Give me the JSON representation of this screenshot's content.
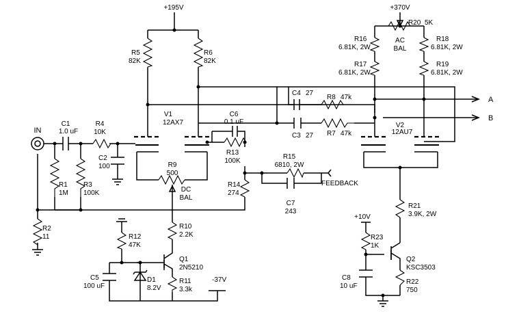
{
  "supplies": {
    "b_plus_195": "+195V",
    "b_plus_370": "+370V",
    "plus_10": "+10V",
    "minus_37": "-37V"
  },
  "ports": {
    "input": "IN",
    "output_a": "A",
    "output_b": "B",
    "feedback": "FEEDBACK"
  },
  "tubes": {
    "v1": {
      "ref": "V1",
      "type": "12AX7"
    },
    "v2": {
      "ref": "V2",
      "type": "12AU7"
    }
  },
  "resistors": {
    "r1": {
      "ref": "R1",
      "value": "1M"
    },
    "r2": {
      "ref": "R2",
      "value": "11"
    },
    "r3": {
      "ref": "R3",
      "value": "100K"
    },
    "r4": {
      "ref": "R4",
      "value": "10K"
    },
    "r5": {
      "ref": "R5",
      "value": "82K"
    },
    "r6": {
      "ref": "R6",
      "value": "82K"
    },
    "r9": {
      "ref": "R9",
      "value": "500"
    },
    "r10": {
      "ref": "R10",
      "value": "2.2K"
    },
    "r11": {
      "ref": "R11",
      "value": "3.3k"
    },
    "r12": {
      "ref": "R12",
      "value": "47K"
    },
    "r13": {
      "ref": "R13",
      "value": "100K"
    },
    "r14": {
      "ref": "R14",
      "value": "274"
    },
    "r15": {
      "ref": "R15",
      "value": "6810, 2W"
    },
    "r7": {
      "ref": "R7",
      "value": "47k"
    },
    "r8": {
      "ref": "R8",
      "value": "47k"
    },
    "r16": {
      "ref": "R16",
      "value": "6.81K, 2W"
    },
    "r17": {
      "ref": "R17",
      "value": "6.81K, 2W"
    },
    "r18": {
      "ref": "R18",
      "value": "6.81K, 2W"
    },
    "r19": {
      "ref": "R19",
      "value": "6.81K, 2W"
    },
    "r20": {
      "ref": "R20",
      "value": "5K"
    },
    "r21": {
      "ref": "R21",
      "value": "3.9K, 2W"
    },
    "r22": {
      "ref": "R22",
      "value": "750"
    },
    "r23": {
      "ref": "R23",
      "value": "1K"
    }
  },
  "capacitors": {
    "c1": {
      "ref": "C1",
      "value": "1.0 uF"
    },
    "c2": {
      "ref": "C2",
      "value": "100"
    },
    "c3": {
      "ref": "C3",
      "value": "27"
    },
    "c4": {
      "ref": "C4",
      "value": "27"
    },
    "c5": {
      "ref": "C5",
      "value": "100 uF"
    },
    "c6": {
      "ref": "C6",
      "value": "0.1 uF"
    },
    "c7": {
      "ref": "C7",
      "value": "243"
    },
    "c8": {
      "ref": "C8",
      "value": "10 uF"
    }
  },
  "semis": {
    "d1": {
      "ref": "D1",
      "value": "8.2V"
    },
    "q1": {
      "ref": "Q1",
      "value": "2N5210"
    },
    "q2": {
      "ref": "Q2",
      "value": "KSC3503"
    }
  },
  "trims": {
    "dc_bal_line1": "DC",
    "dc_bal_line2": "BAL",
    "ac_bal_line1": "AC",
    "ac_bal_line2": "BAL"
  }
}
